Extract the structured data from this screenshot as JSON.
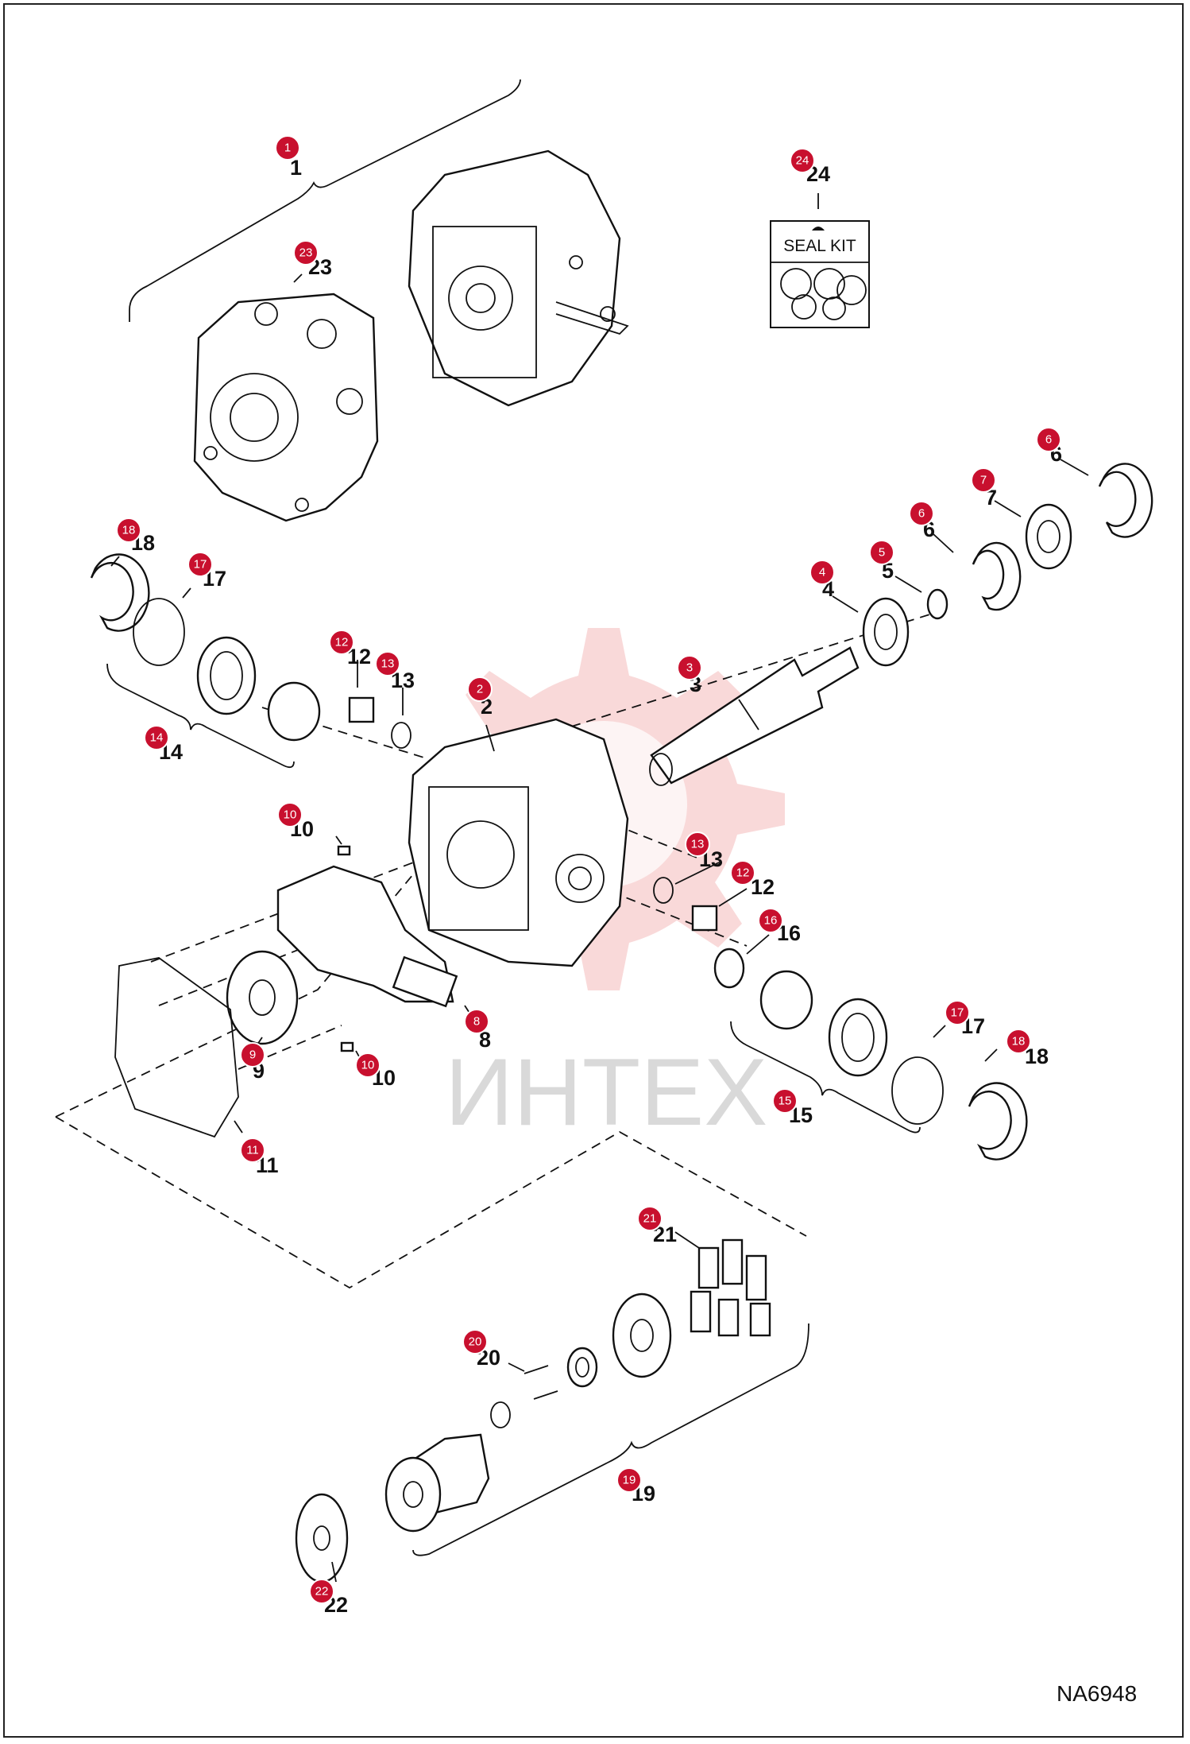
{
  "drawing_code": "NA6948",
  "watermark": "ИНТЕХ",
  "seal_kit_label": "SEAL KIT",
  "callouts": [
    {
      "n": "1"
    },
    {
      "n": "2"
    },
    {
      "n": "3"
    },
    {
      "n": "4"
    },
    {
      "n": "5"
    },
    {
      "n": "6"
    },
    {
      "n": "7"
    },
    {
      "n": "8"
    },
    {
      "n": "9"
    },
    {
      "n": "10"
    },
    {
      "n": "11"
    },
    {
      "n": "12"
    },
    {
      "n": "13"
    },
    {
      "n": "14"
    },
    {
      "n": "15"
    },
    {
      "n": "16"
    },
    {
      "n": "17"
    },
    {
      "n": "18"
    },
    {
      "n": "19"
    },
    {
      "n": "20"
    },
    {
      "n": "21"
    },
    {
      "n": "22"
    },
    {
      "n": "23"
    },
    {
      "n": "24"
    }
  ],
  "colors": {
    "callout": "#c8102e",
    "line": "#111111",
    "watermark": "#f4b9b9"
  }
}
